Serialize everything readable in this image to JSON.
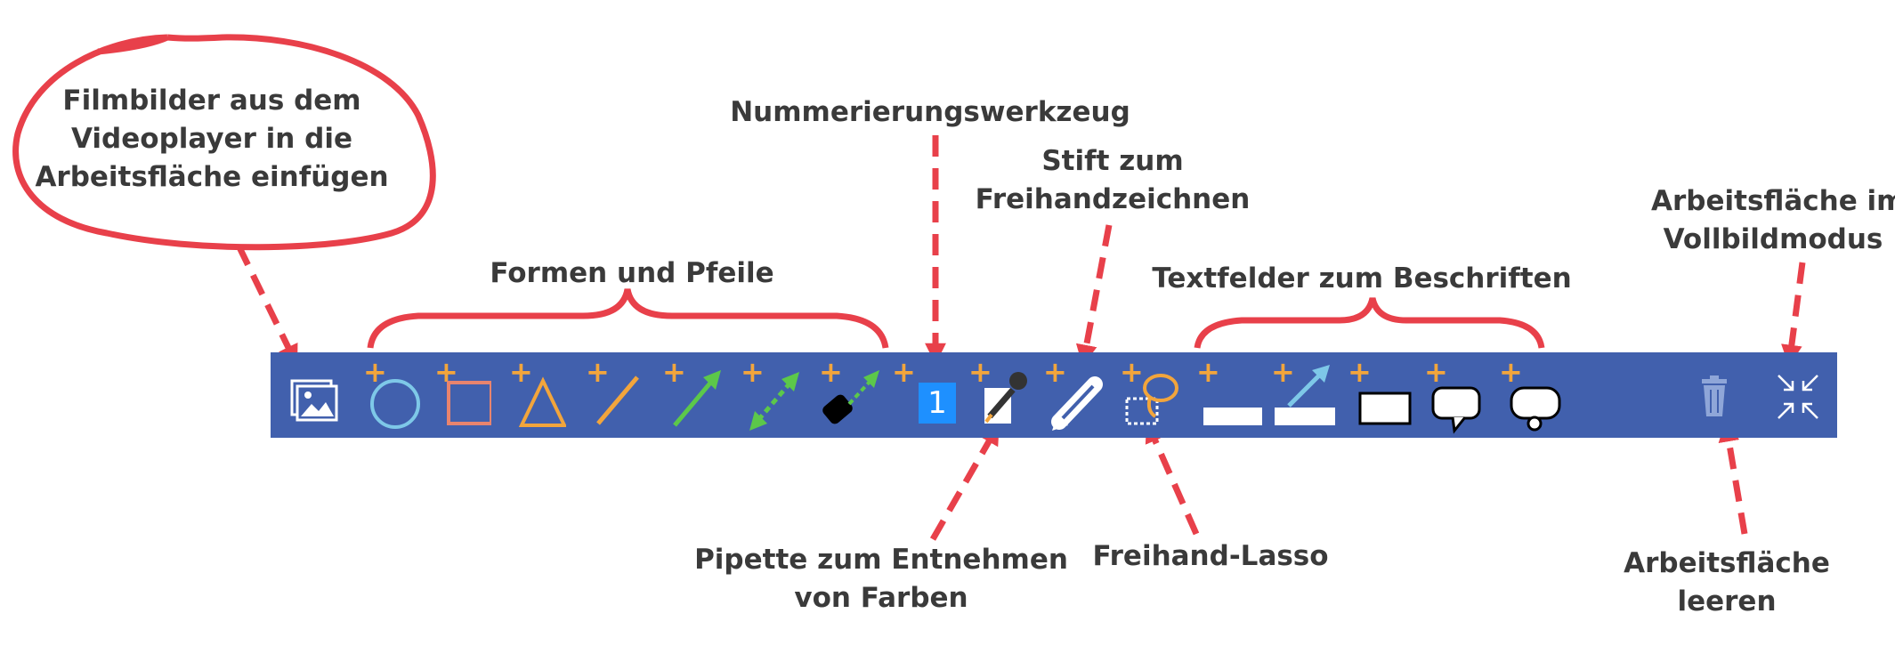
{
  "annotations": {
    "insert_frames": [
      "Filmbilder aus dem",
      "Videoplayer in die",
      "Arbeitsfläche einfügen"
    ],
    "shapes_arrows": "Formen und Pfeile",
    "numbering": "Nummerierungswerkzeug",
    "pen": [
      "Stift zum",
      "Freihandzeichnen"
    ],
    "textfields": "Textfelder zum Beschriften",
    "fullscreen": [
      "Arbeitsfläche im",
      "Vollbildmodus"
    ],
    "eyedropper": [
      "Pipette zum Entnehmen",
      "von Farben"
    ],
    "lasso": "Freihand-Lasso",
    "clear": [
      "Arbeitsfläche",
      "leeren"
    ]
  },
  "toolbar": {
    "numbering_value": "1",
    "add_symbol": "+",
    "tools": [
      {
        "name": "insert-frames",
        "icon": "photos-icon"
      },
      {
        "name": "circle",
        "icon": "circle-icon",
        "color": "#7ec8e8",
        "addable": true
      },
      {
        "name": "rectangle",
        "icon": "square-icon",
        "color": "#e8846e",
        "addable": true
      },
      {
        "name": "triangle",
        "icon": "triangle-icon",
        "color": "#f2a53c",
        "addable": true
      },
      {
        "name": "line",
        "icon": "line-icon",
        "color": "#f2a53c",
        "addable": true
      },
      {
        "name": "arrow",
        "icon": "arrow-icon",
        "color": "#5cc84a",
        "addable": true
      },
      {
        "name": "double-arrow",
        "icon": "dashed-double-arrow-icon",
        "color": "#5cc84a",
        "addable": true
      },
      {
        "name": "magnifier-arrow",
        "icon": "magnifier-arrow-icon",
        "color": "#5cc84a",
        "addable": true
      },
      {
        "name": "numbering",
        "icon": "number-badge-icon",
        "color": "#1e90ff",
        "addable": true
      },
      {
        "name": "eyedropper",
        "icon": "eyedropper-icon",
        "addable": true
      },
      {
        "name": "pen",
        "icon": "pencil-icon",
        "addable": true
      },
      {
        "name": "lasso",
        "icon": "lasso-icon",
        "color": "#f2a53c",
        "addable": true
      },
      {
        "name": "text-bar",
        "icon": "text-bar-icon",
        "addable": true
      },
      {
        "name": "text-arrow",
        "icon": "text-arrow-icon",
        "color": "#7ec8e8",
        "addable": true
      },
      {
        "name": "text-box",
        "icon": "text-box-icon",
        "addable": true
      },
      {
        "name": "speech-bubble",
        "icon": "speech-bubble-icon",
        "addable": true
      },
      {
        "name": "thought-bubble",
        "icon": "thought-bubble-icon",
        "addable": true
      },
      {
        "name": "clear",
        "icon": "trash-icon",
        "color": "#8fa6d8"
      },
      {
        "name": "fullscreen",
        "icon": "collapse-arrows-icon",
        "color": "#ffffff"
      }
    ]
  },
  "colors": {
    "toolbar_bg": "#4160ad",
    "accent_red": "#e8404a",
    "plus_orange": "#f2a53c",
    "label_text": "#3a3a3a"
  }
}
